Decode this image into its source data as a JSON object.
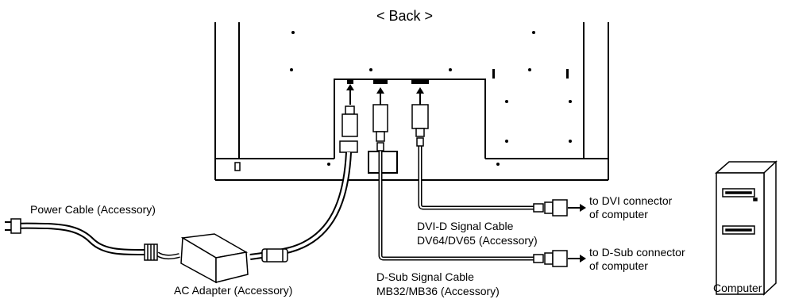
{
  "title": "< Back >",
  "labels": {
    "power_cable": "Power Cable (Accessory)",
    "ac_adapter": "AC Adapter (Accessory)",
    "dvi_cable_line1": "DVI-D Signal Cable",
    "dvi_cable_line2": "DV64/DV65 (Accessory)",
    "dsub_cable_line1": "D-Sub Signal Cable",
    "dsub_cable_line2": "MB32/MB36 (Accessory)",
    "to_dvi_line1": "to DVI connector",
    "to_dvi_line2": "of computer",
    "to_dsub_line1": "to D-Sub connector",
    "to_dsub_line2": "of computer",
    "computer": "Computer"
  },
  "colors": {
    "line": "#000000",
    "cable_outer": "#000000",
    "cable_inner": "#ffffff",
    "slot": "#000000"
  }
}
